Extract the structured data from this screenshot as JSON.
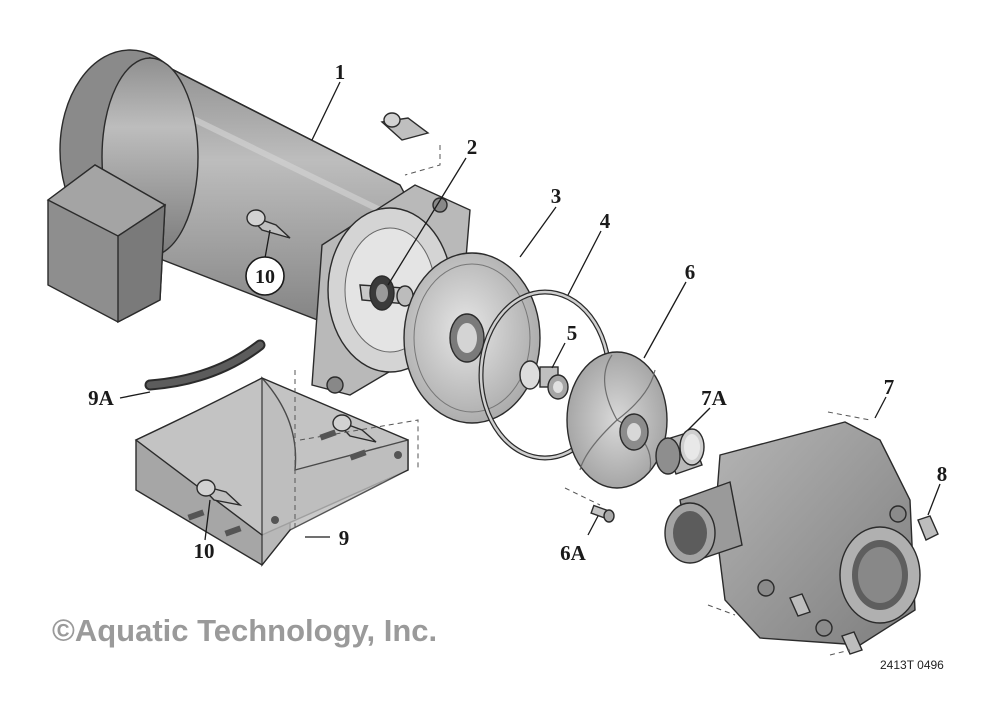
{
  "diagram": {
    "copyright": "©Aquatic Technology, Inc.",
    "figure_code": "2413T  0496",
    "callouts": {
      "p1": "1",
      "p2": "2",
      "p3": "3",
      "p4": "4",
      "p5": "5",
      "p6": "6",
      "p6a": "6A",
      "p7": "7",
      "p7a": "7A",
      "p8": "8",
      "p9": "9",
      "p9a": "9A",
      "p10_upper": "10",
      "p10_lower": "10"
    },
    "colors": {
      "motor_body": "#9e9e9e",
      "motor_dark": "#7d7d7d",
      "part_light": "#c8c8c8",
      "outline": "#2b2b2b",
      "copyright_gray": "#9a9a9a"
    }
  }
}
